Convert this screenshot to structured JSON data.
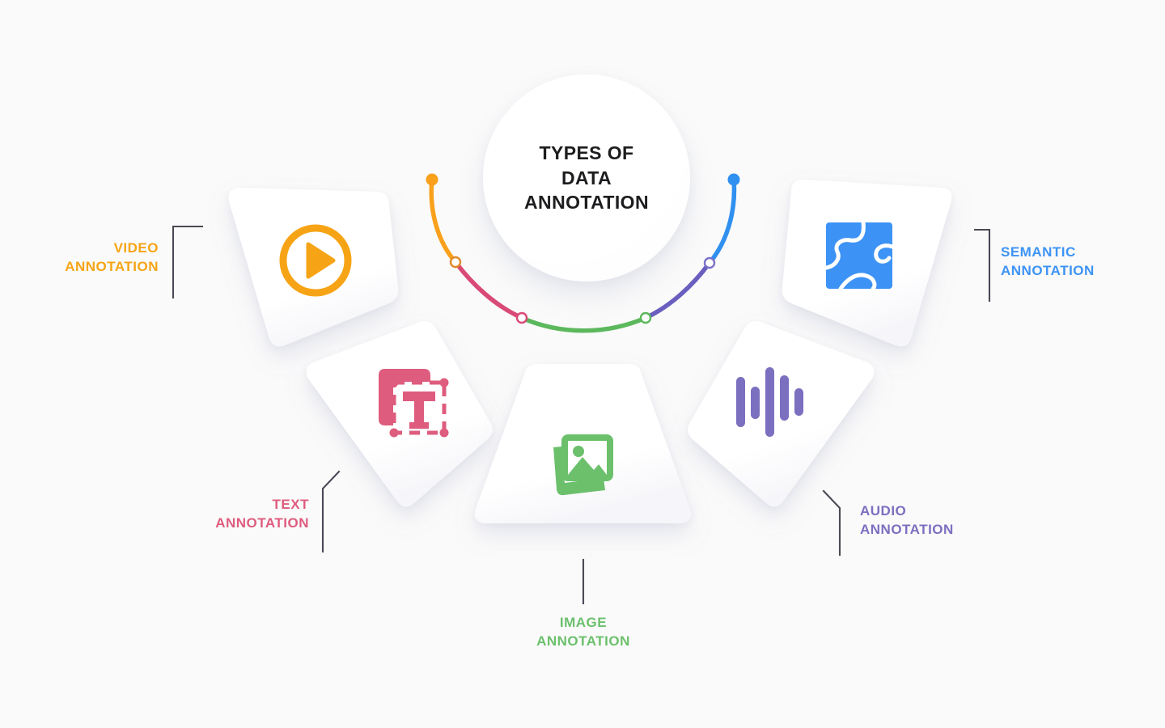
{
  "background_color": "#fafafa",
  "hub": {
    "title": "TYPES OF\nDATA\nANNOTATION",
    "text_color": "#1d1d1f"
  },
  "nodes": [
    {
      "id": "video",
      "label": "VIDEO\nANNOTATION",
      "color": "#f6a416",
      "icon": "play-circle-icon",
      "label_align": "right"
    },
    {
      "id": "text",
      "label": "TEXT\nANNOTATION",
      "color": "#de5c7e",
      "icon": "text-box-icon",
      "label_align": "right"
    },
    {
      "id": "image",
      "label": "IMAGE\nANNOTATION",
      "color": "#6cc06c",
      "icon": "photo-icon",
      "label_align": "center"
    },
    {
      "id": "audio",
      "label": "AUDIO\nANNOTATION",
      "color": "#7b6fc0",
      "icon": "waveform-icon",
      "label_align": "left"
    },
    {
      "id": "semantic",
      "label": "SEMANTIC\nANNOTATION",
      "color": "#3d93f5",
      "icon": "segmentation-map-icon",
      "label_align": "left"
    }
  ],
  "arc": {
    "segment_colors": [
      "#f9a11b",
      "#d94a76",
      "#5cb85c",
      "#6a5fbf",
      "#2f90f0"
    ],
    "endpoint_left_color": "#f9a11b",
    "endpoint_right_color": "#2f90f0"
  },
  "connector_color": "#4a4a55",
  "card_fill": "#ffffff"
}
